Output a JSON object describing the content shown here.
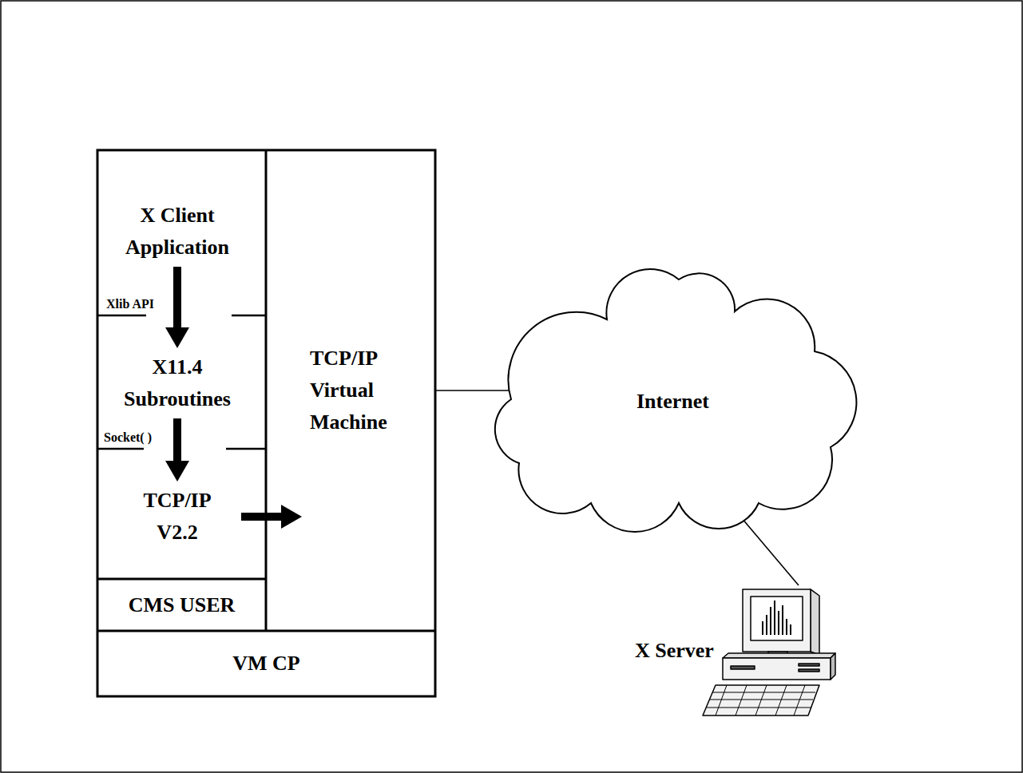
{
  "diagram": {
    "nodes": [
      {
        "text": [
          "X Client Application"
        ]
      },
      {
        "text": [
          "X11.4 Subroutines"
        ]
      },
      {
        "text": [
          "TCP/IP V2.2"
        ]
      },
      {
        "text": [
          "CMS USER"
        ]
      },
      {
        "text": [
          "TCP/IP Virtual Machine"
        ]
      },
      {
        "text": [
          "VM CP"
        ]
      },
      {
        "text": [
          "Internet"
        ]
      },
      {
        "text": [
          "X Server"
        ]
      }
    ],
    "edges": [
      {
        "from": 0,
        "to": 1,
        "arrow": "to"
      },
      {
        "from": 1,
        "to": 2,
        "arrow": "to"
      },
      {
        "from": 2,
        "to": 4,
        "arrow": "to"
      },
      {
        "from": 4,
        "to": 6,
        "arrow": "none"
      },
      {
        "from": 6,
        "to": 7,
        "arrow": "none"
      }
    ],
    "labels": [
      "Xlib API",
      "Socket( )"
    ]
  }
}
